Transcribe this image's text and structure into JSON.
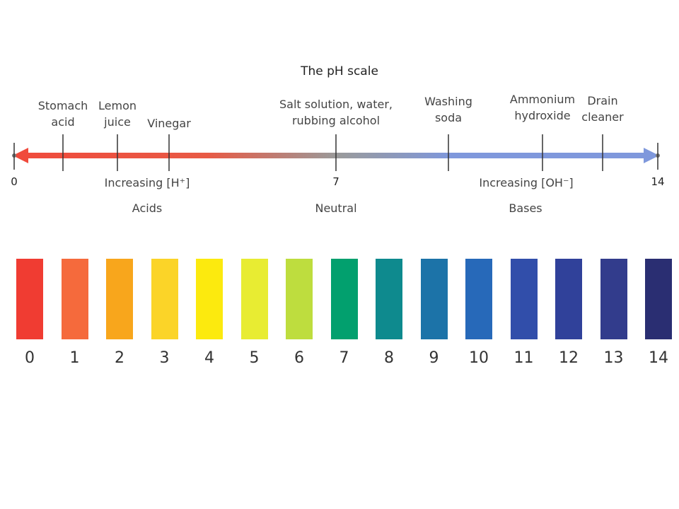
{
  "title": "The pH scale",
  "scale_ends": {
    "min_label": "0",
    "neutral_label": "7",
    "max_label": "14"
  },
  "substances": [
    {
      "lines": [
        "Stomach",
        "acid"
      ]
    },
    {
      "lines": [
        "Lemon",
        "juice"
      ]
    },
    {
      "lines": [
        "Vinegar"
      ]
    },
    {
      "lines": [
        "Salt solution, water,",
        "rubbing alcohol"
      ]
    },
    {
      "lines": [
        "Washing",
        "soda"
      ]
    },
    {
      "lines": [
        "Ammonium",
        "hydroxide"
      ]
    },
    {
      "lines": [
        "Drain",
        "cleaner"
      ]
    }
  ],
  "gradient_notes": {
    "acid_increase": "Increasing [H⁺]",
    "base_increase": "Increasing [OH⁻]"
  },
  "categories": {
    "acids": "Acids",
    "neutral": "Neutral",
    "bases": "Bases"
  },
  "colors": {
    "acid_arrow": "#f04a3c",
    "neutral_arrow": "#9a9a9a",
    "base_arrow": "#7f98dc"
  },
  "swatches": [
    {
      "label": "0",
      "color": "#f03c32"
    },
    {
      "label": "1",
      "color": "#f56a3c"
    },
    {
      "label": "2",
      "color": "#f8a61c"
    },
    {
      "label": "3",
      "color": "#fbd428"
    },
    {
      "label": "4",
      "color": "#fcea0e"
    },
    {
      "label": "5",
      "color": "#e8ec32"
    },
    {
      "label": "6",
      "color": "#bedd3e"
    },
    {
      "label": "7",
      "color": "#02a06e"
    },
    {
      "label": "8",
      "color": "#0e8a8e"
    },
    {
      "label": "9",
      "color": "#1c73a8"
    },
    {
      "label": "10",
      "color": "#2769b9"
    },
    {
      "label": "11",
      "color": "#314eaa"
    },
    {
      "label": "12",
      "color": "#30419a"
    },
    {
      "label": "13",
      "color": "#323c8c"
    },
    {
      "label": "14",
      "color": "#2a2e72"
    }
  ]
}
